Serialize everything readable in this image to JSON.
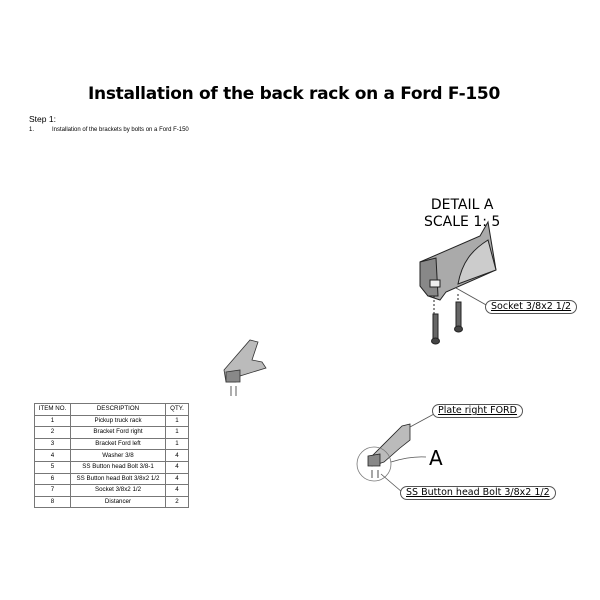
{
  "document": {
    "title": "Installation of the back rack on a Ford F-150",
    "step_heading": "Step 1:",
    "step_number": "1.",
    "step_description": "Installation of the brackets by bolts on a Ford F-150"
  },
  "bom_table": {
    "headers": [
      "ITEM NO.",
      "DESCRIPTION",
      "QTY."
    ],
    "rows": [
      [
        "1",
        "Pickup truck rack",
        "1"
      ],
      [
        "2",
        "Bracket Ford right",
        "1"
      ],
      [
        "3",
        "Bracket Ford left",
        "1"
      ],
      [
        "4",
        "Washer 3/8",
        "4"
      ],
      [
        "5",
        "SS Button head Bolt 3/8-1",
        "4"
      ],
      [
        "6",
        "SS Button head Bolt 3/8x2 1/2",
        "4"
      ],
      [
        "7",
        "Socket 3/8x2 1/2",
        "4"
      ],
      [
        "8",
        "Distancer",
        "2"
      ]
    ]
  },
  "detail": {
    "title": "DETAIL A",
    "scale": "SCALE 1: 5",
    "letter": "A"
  },
  "callouts": {
    "socket": "Socket 3/8x2 1/2",
    "plate": "Plate right FORD",
    "bolt": "SS Button head Bolt 3/8x2 1/2"
  }
}
